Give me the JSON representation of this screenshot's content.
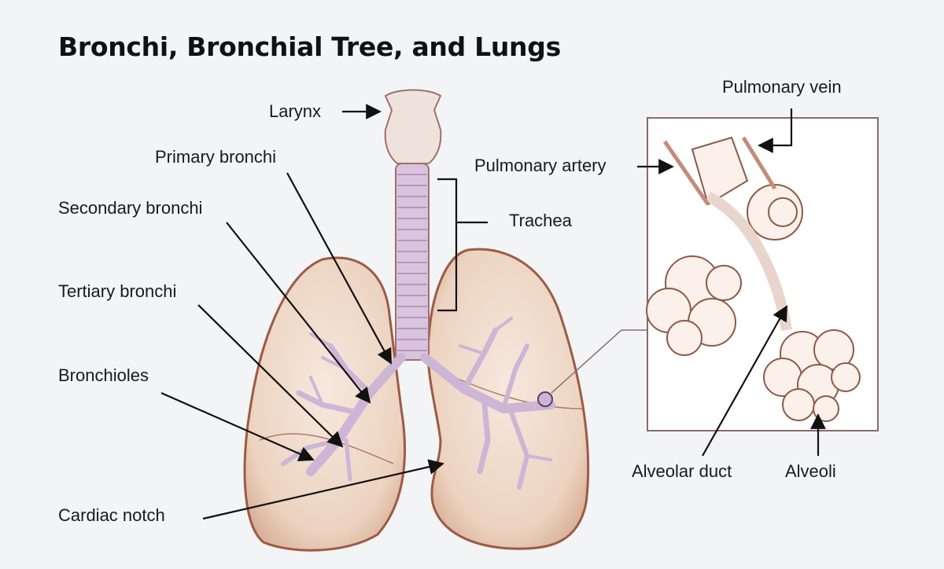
{
  "title": "Bronchi, Bronchial Tree, and Lungs",
  "labels": {
    "larynx": "Larynx",
    "primary_bronchi": "Primary bronchi",
    "secondary_bronchi": "Secondary bronchi",
    "tertiary_bronchi": "Tertiary bronchi",
    "bronchioles": "Bronchioles",
    "cardiac_notch": "Cardiac notch",
    "trachea": "Trachea",
    "pulmonary_vein": "Pulmonary vein",
    "pulmonary_artery": "Pulmonary artery",
    "alveolar_duct": "Alveolar duct",
    "alveoli": "Alveoli"
  },
  "colors": {
    "background": "#f3f4f6",
    "lung_fill": "#f1dccb",
    "lung_stroke": "#9c5b45",
    "bronchi": "#cdb5d6",
    "airway_outline": "#a0706a",
    "text": "#1a1a1a"
  }
}
